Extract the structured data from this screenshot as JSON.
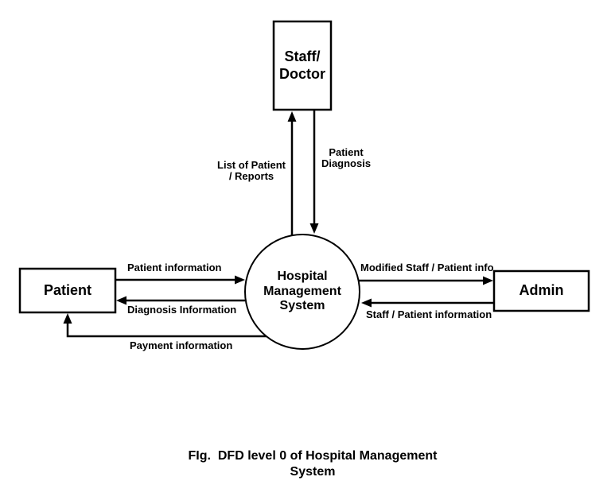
{
  "diagram": {
    "type": "data-flow-diagram-level-0",
    "colors": {
      "stroke": "#000000",
      "background": "#ffffff",
      "text": "#000000"
    },
    "process": {
      "lines": [
        "Hospital",
        "Management",
        "System"
      ]
    },
    "entities": {
      "staff_doctor": {
        "lines": [
          "Staff/",
          "Doctor"
        ]
      },
      "patient": {
        "label": "Patient"
      },
      "admin": {
        "label": "Admin"
      }
    },
    "flows": {
      "list_of_patient_reports": {
        "lines": [
          "List of Patient",
          "/ Reports"
        ],
        "direction": "system-to-staff-doctor"
      },
      "patient_diagnosis": {
        "lines": [
          "Patient",
          "Diagnosis"
        ],
        "direction": "staff-doctor-to-system"
      },
      "patient_information": {
        "label": "Patient information",
        "direction": "patient-to-system"
      },
      "diagnosis_information": {
        "label": "Diagnosis Information",
        "direction": "system-to-patient"
      },
      "payment_information": {
        "label": "Payment information",
        "direction": "system-to-patient"
      },
      "modified_staff_patient_info": {
        "label": "Modified Staff / Patient info",
        "direction": "system-to-admin"
      },
      "staff_patient_information": {
        "label": "Staff / Patient information",
        "direction": "admin-to-system"
      }
    },
    "caption": {
      "line1": "FIg.  DFD level 0 of Hospital Management",
      "line2": "System"
    }
  }
}
